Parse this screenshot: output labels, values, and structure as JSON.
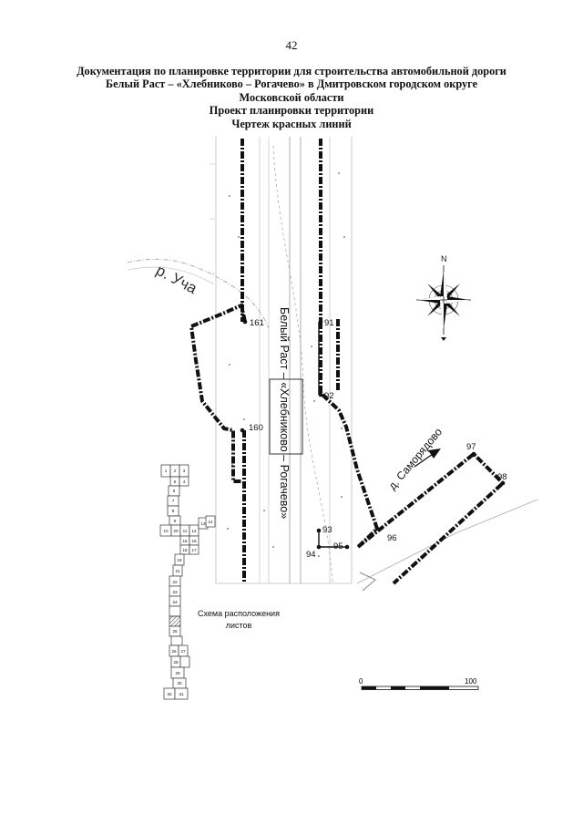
{
  "page": {
    "number": "42"
  },
  "title_lines": [
    "Документация по планировке территории для строительства автомобильной дороги",
    "Белый Раст – «Хлебниково – Рогачево» в Дмитровском городском округе",
    "Московской области",
    "Проект планировки территории",
    "Чертеж красных линий"
  ],
  "map": {
    "river_label": "р. Уча",
    "road_label": "Белый Раст – «Хлебниково – Рогачево»",
    "village_label": "д. Саморядово",
    "north_label": "N",
    "points": [
      {
        "id": "161"
      },
      {
        "id": "91"
      },
      {
        "id": "92"
      },
      {
        "id": "160"
      },
      {
        "id": "93"
      },
      {
        "id": "94"
      },
      {
        "id": "95"
      },
      {
        "id": "96"
      },
      {
        "id": "97"
      },
      {
        "id": "98"
      }
    ]
  },
  "scale_bar": {
    "start": "0",
    "end": "100"
  },
  "sheet_scheme": {
    "caption_line1": "Схема расположения",
    "caption_line2": "листов",
    "sheets": [
      "1",
      "2",
      "3",
      "4",
      "5",
      "6",
      "7",
      "8",
      "9",
      "10",
      "11",
      "12",
      "13",
      "14",
      "15",
      "16",
      "17",
      "18",
      "19",
      "20",
      "21",
      "22",
      "23",
      "24",
      "25",
      "26",
      "27",
      "28",
      "29",
      "30",
      "31",
      "32"
    ]
  }
}
